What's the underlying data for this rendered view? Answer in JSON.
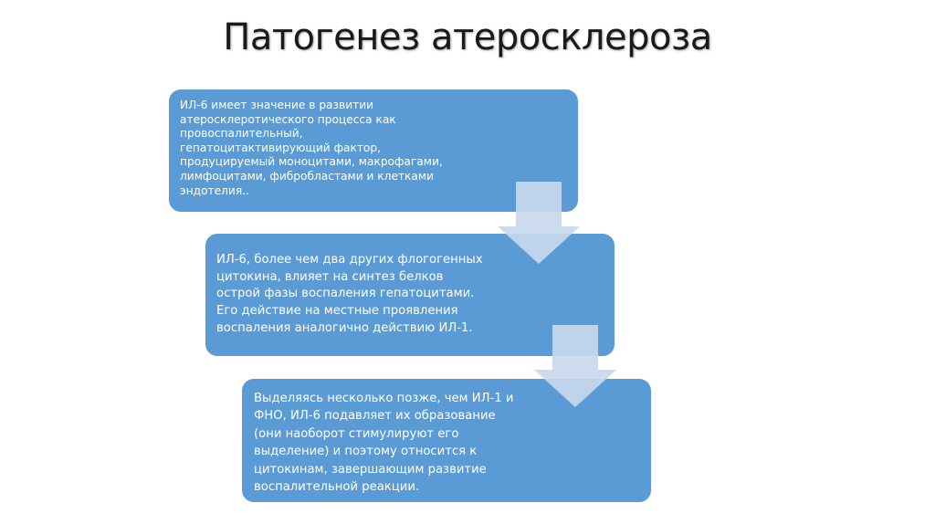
{
  "slide": {
    "title": "Патогенез атеросклероза",
    "steps": [
      {
        "text": "ИЛ-6 имеет значение в развитии\nатеросклеротического процесса как\nпровоспалительный,\nгепатоцитактивирующий фактор,\nпродуцируемый моноцитами, макрофагами,\nлимфоцитами, фибробластами и клетками\nэндотелия.."
      },
      {
        "text": "ИЛ-6, более чем два других флогогенных\nцитокина, влияет на синтез белков\nострой фазы воспаления гепатоцитами.\nЕго действие на местные проявления\nвоспаления аналогично действию ИЛ-1."
      },
      {
        "text": "Выделяясь несколько позже, чем ИЛ-1 и\nФНО, ИЛ-6 подавляет их образование\n(они наоборот стимулируют его\nвыделение) и поэтому относится к\nцитокинам, завершающим развитие\nвоспалительной реакции."
      }
    ],
    "arrows": [
      {
        "icon": "down-arrow-icon"
      },
      {
        "icon": "down-arrow-icon"
      }
    ]
  },
  "colors": {
    "box_fill": "#5b9bd5",
    "arrow_fill": "#c8d8ec",
    "text": "#ffffff",
    "title": "#1a1a1a"
  }
}
